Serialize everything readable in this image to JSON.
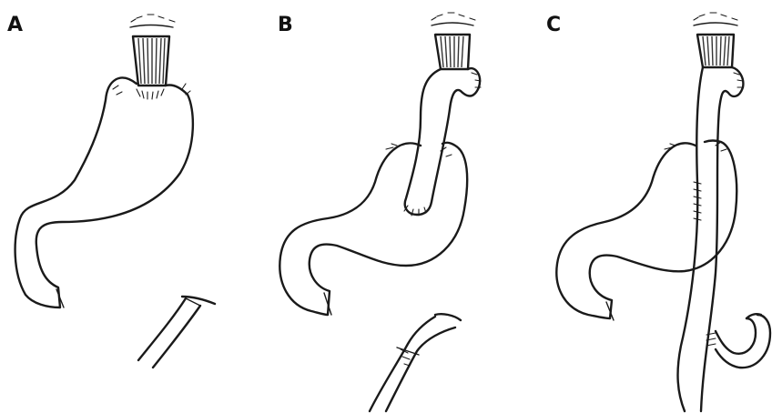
{
  "figure": {
    "panels": [
      {
        "id": "A",
        "label": "A"
      },
      {
        "id": "B",
        "label": "B"
      },
      {
        "id": "C",
        "label": "C"
      }
    ]
  }
}
